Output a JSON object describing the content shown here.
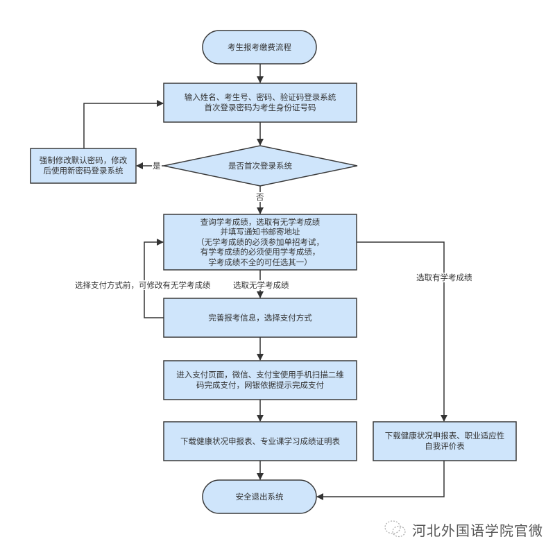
{
  "colors": {
    "node_fill": "#cfe5fb",
    "node_stroke": "#3a3a3a",
    "edge": "#333333",
    "text": "#333333",
    "watermark": "#555555"
  },
  "nodes": {
    "start": "考生报考缴费流程",
    "login": "输入姓名、考生号、密码、验证码登录系统\n首次登录密码为考生身份证号码",
    "decision_first_login": "是否首次登录系统",
    "change_password": "强制修改默认密码，修改\n后使用新密码登录系统",
    "query_scores": "查询学考成绩，选取有无学考成绩\n并填写通知书邮寄地址\n（无学考成绩的必须参加单招考试，\n有学考成绩的必须使用学考成绩，\n学考成绩不全的可任选其一）",
    "complete_info": "完善报考信息，选择支付方式",
    "payment": "进入支付页面，微信、支付宝使用手机扫描二维\n码完成支付，网银依据提示完成支付",
    "download_left": "下载健康状况申报表、专业课学习成绩证明表",
    "download_right": "下载健康状况申报表、职业适应性\n自我评价表",
    "exit": "安全退出系统"
  },
  "edge_labels": {
    "yes": "是",
    "no": "否",
    "no_scores": "选取无学考成绩",
    "has_scores": "选取有学考成绩",
    "modify_before_pay": "选择支付方式前，可修改有无学考成绩"
  },
  "watermark": {
    "icon": "wechat-icon",
    "text": "河北外国语学院官微"
  }
}
